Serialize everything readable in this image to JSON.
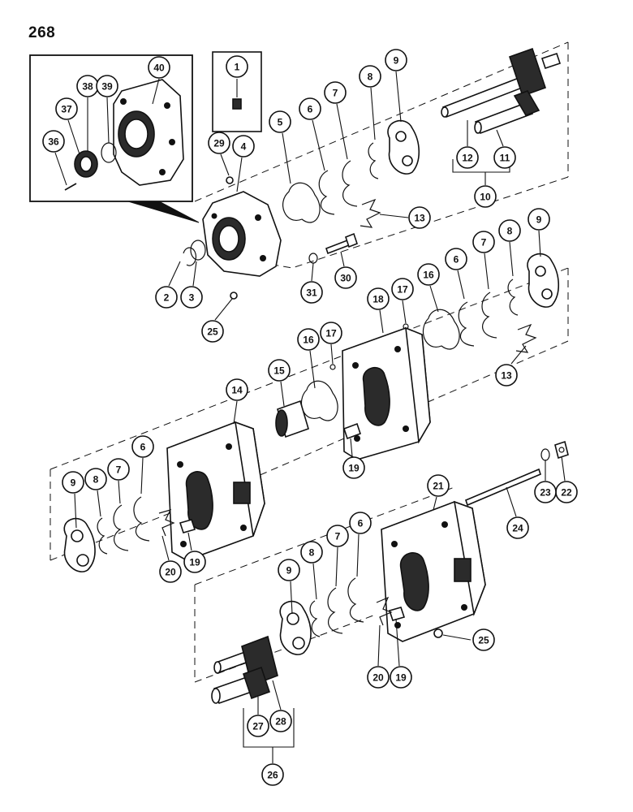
{
  "page_number": "268",
  "callouts": [
    {
      "id": "c1",
      "label": "1"
    },
    {
      "id": "c2",
      "label": "2"
    },
    {
      "id": "c3",
      "label": "3"
    },
    {
      "id": "c4",
      "label": "4"
    },
    {
      "id": "c5",
      "label": "5"
    },
    {
      "id": "c6a",
      "label": "6"
    },
    {
      "id": "c7a",
      "label": "7"
    },
    {
      "id": "c8a",
      "label": "8"
    },
    {
      "id": "c9a",
      "label": "9"
    },
    {
      "id": "c10",
      "label": "10"
    },
    {
      "id": "c11",
      "label": "11"
    },
    {
      "id": "c12",
      "label": "12"
    },
    {
      "id": "c13a",
      "label": "13"
    },
    {
      "id": "c29",
      "label": "29"
    },
    {
      "id": "c30",
      "label": "30"
    },
    {
      "id": "c31",
      "label": "31"
    },
    {
      "id": "c25a",
      "label": "25"
    },
    {
      "id": "c36",
      "label": "36"
    },
    {
      "id": "c37",
      "label": "37"
    },
    {
      "id": "c38",
      "label": "38"
    },
    {
      "id": "c39",
      "label": "39"
    },
    {
      "id": "c40",
      "label": "40"
    },
    {
      "id": "c17a",
      "label": "17"
    },
    {
      "id": "c16a",
      "label": "16"
    },
    {
      "id": "c6b",
      "label": "6"
    },
    {
      "id": "c7b",
      "label": "7"
    },
    {
      "id": "c8b",
      "label": "8"
    },
    {
      "id": "c9b",
      "label": "9"
    },
    {
      "id": "c18",
      "label": "18"
    },
    {
      "id": "c17b",
      "label": "17"
    },
    {
      "id": "c16b",
      "label": "16"
    },
    {
      "id": "c15",
      "label": "15"
    },
    {
      "id": "c14",
      "label": "14"
    },
    {
      "id": "c13b",
      "label": "13"
    },
    {
      "id": "c19a",
      "label": "19"
    },
    {
      "id": "c9c",
      "label": "9"
    },
    {
      "id": "c8c",
      "label": "8"
    },
    {
      "id": "c7c",
      "label": "7"
    },
    {
      "id": "c6c",
      "label": "6"
    },
    {
      "id": "c20a",
      "label": "20"
    },
    {
      "id": "c19b",
      "label": "19"
    },
    {
      "id": "c21",
      "label": "21"
    },
    {
      "id": "c22",
      "label": "22"
    },
    {
      "id": "c23",
      "label": "23"
    },
    {
      "id": "c24",
      "label": "24"
    },
    {
      "id": "c9d",
      "label": "9"
    },
    {
      "id": "c8d",
      "label": "8"
    },
    {
      "id": "c7d",
      "label": "7"
    },
    {
      "id": "c6d",
      "label": "6"
    },
    {
      "id": "c25b",
      "label": "25"
    },
    {
      "id": "c20b",
      "label": "20"
    },
    {
      "id": "c19c",
      "label": "19"
    },
    {
      "id": "c27",
      "label": "27"
    },
    {
      "id": "c28",
      "label": "28"
    },
    {
      "id": "c26",
      "label": "26"
    }
  ]
}
